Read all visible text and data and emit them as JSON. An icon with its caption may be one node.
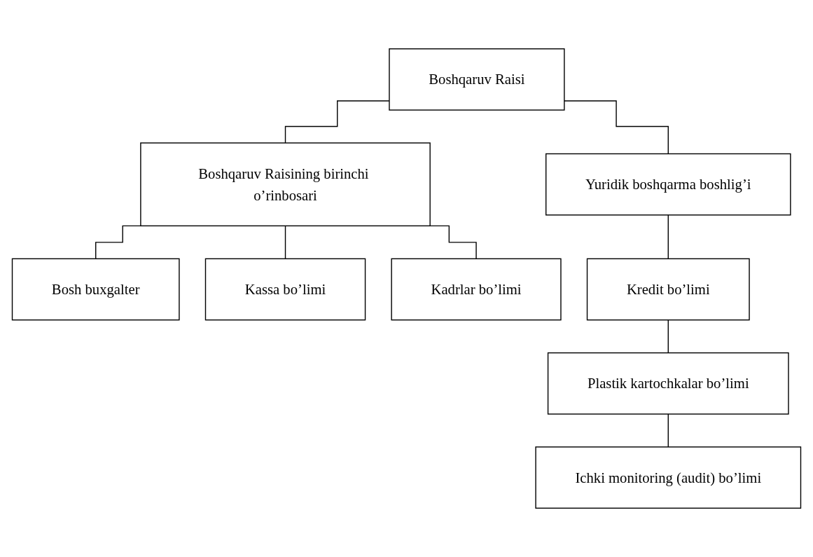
{
  "diagram": {
    "nodes": [
      {
        "text": [
          "Boshqaruv Raisi"
        ]
      },
      {
        "text": [
          "Boshqaruv Raisining birinchi o’rinbosari"
        ]
      },
      {
        "text": [
          "Yuridik boshqarma boshlig’i"
        ]
      },
      {
        "text": [
          "Bosh buxgalter"
        ]
      },
      {
        "text": [
          "Kassa bo’limi"
        ]
      },
      {
        "text": [
          "Kadrlar bo’limi"
        ]
      },
      {
        "text": [
          "Kredit bo’limi"
        ]
      },
      {
        "text": [
          "Plastik kartochkalar bo’limi"
        ]
      },
      {
        "text": [
          "Ichki monitoring (audit) bo’limi"
        ]
      }
    ],
    "edges": [
      {
        "from": 0,
        "to": 1,
        "arrow": "none"
      },
      {
        "from": 0,
        "to": 2,
        "arrow": "none"
      },
      {
        "from": 1,
        "to": 3,
        "arrow": "none"
      },
      {
        "from": 1,
        "to": 4,
        "arrow": "none"
      },
      {
        "from": 1,
        "to": 5,
        "arrow": "none"
      },
      {
        "from": 2,
        "to": 6,
        "arrow": "none"
      },
      {
        "from": 6,
        "to": 7,
        "arrow": "none"
      },
      {
        "from": 7,
        "to": 8,
        "arrow": "none"
      }
    ]
  }
}
